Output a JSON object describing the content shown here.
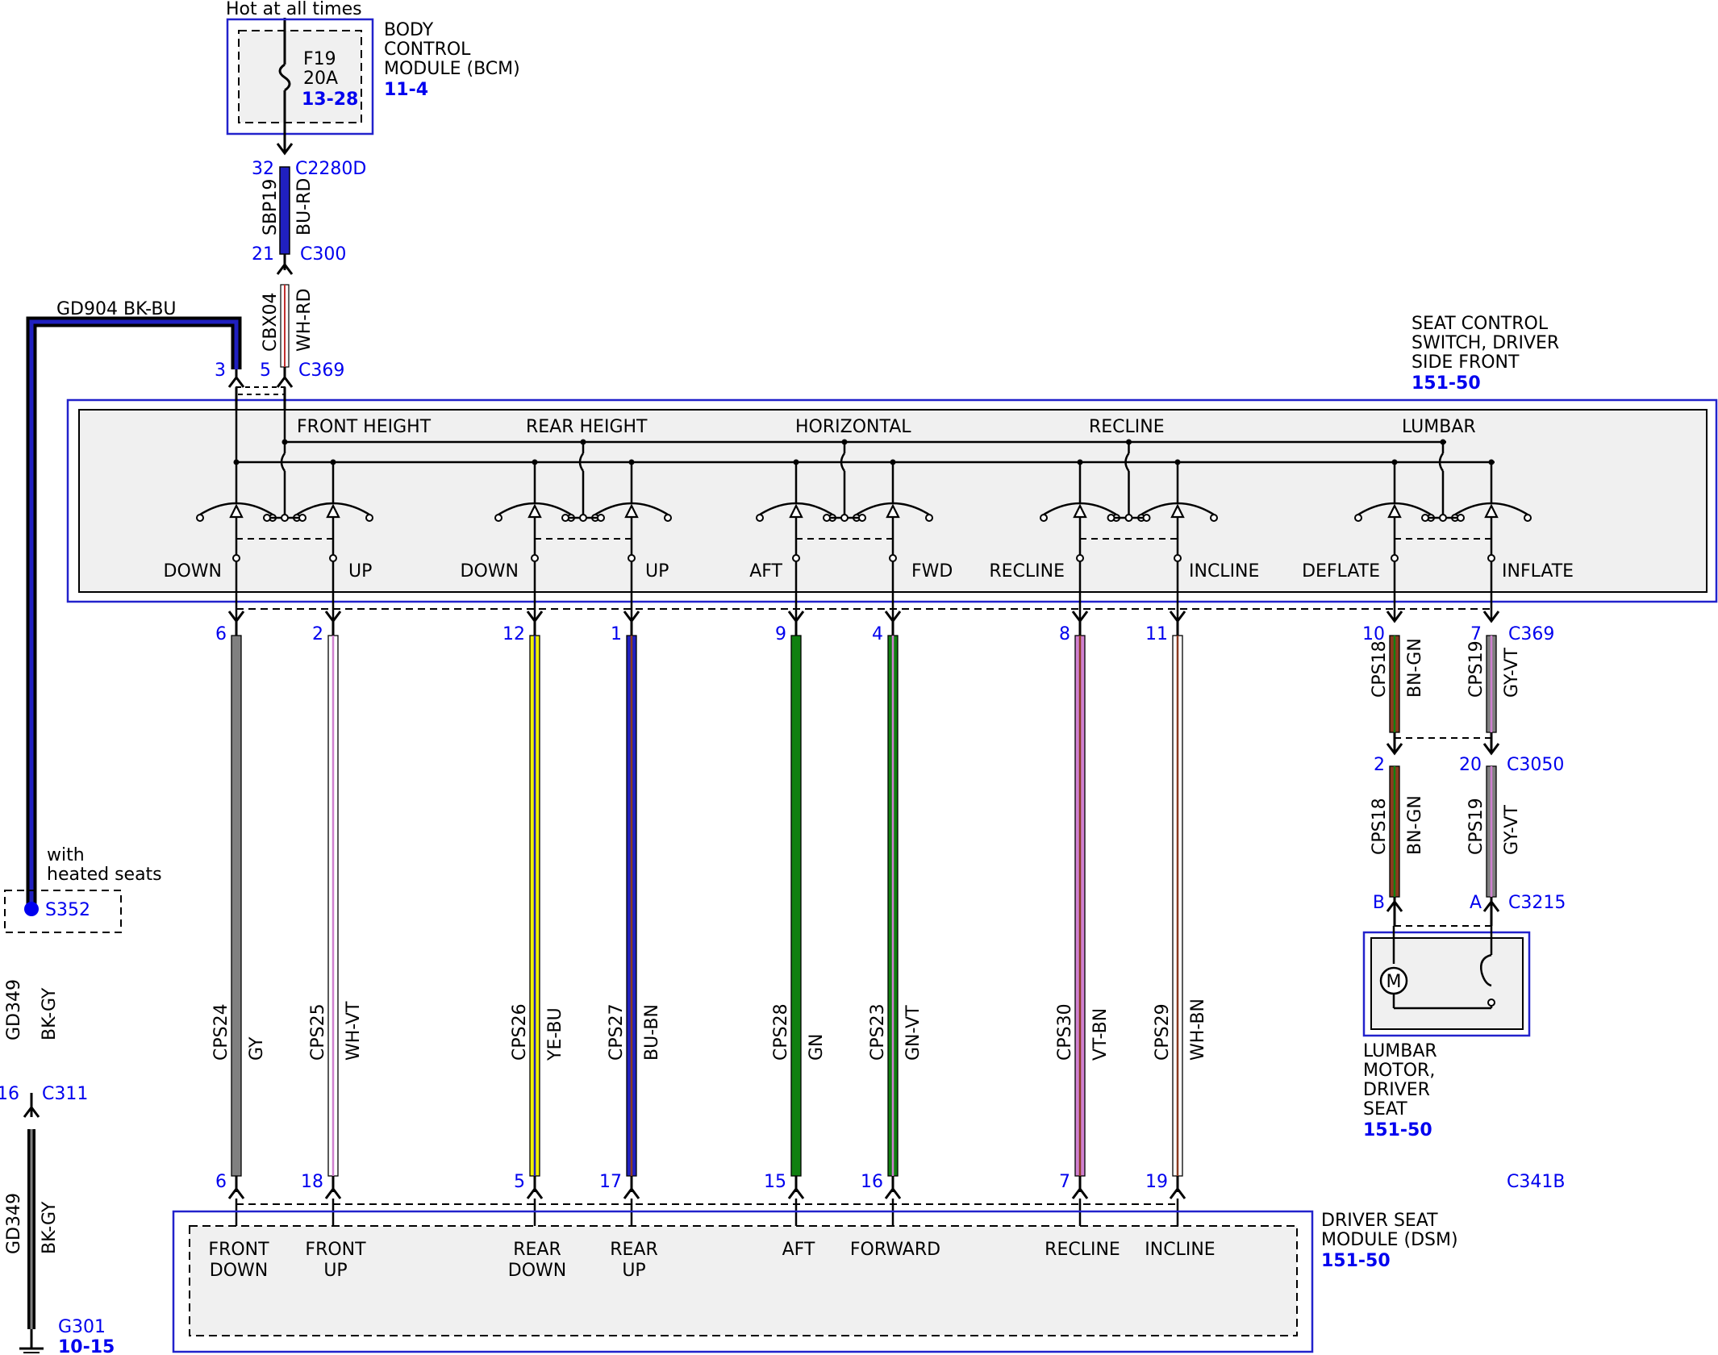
{
  "colors": {
    "module_border": "#2222cc",
    "module_fill": "#f0f0f0",
    "text_blue": "#0000ee",
    "GY": "#808080",
    "WH": "#ffffff",
    "VT": "#d080d0",
    "YE": "#f0f000",
    "BU": "#2020c0",
    "BN": "#8b3a20",
    "GN": "#108010",
    "RD": "#c03030",
    "BK": "#000000"
  },
  "fuse": {
    "hot_label": "Hot at all times",
    "name": "F19",
    "rating": "20A",
    "ref": "13-28",
    "module_lines": [
      "BODY",
      "CONTROL",
      "MODULE (BCM)"
    ],
    "module_ref": "11-4"
  },
  "feed": {
    "c2280d_pin": "32",
    "c2280d": "C2280D",
    "circuit1": "SBP19",
    "color1": "BU-RD",
    "c300_pin": "21",
    "c300": "C300",
    "circuit2": "CBX04",
    "color2": "WH-RD",
    "c369_pin": "5",
    "c369": "C369"
  },
  "ground": {
    "label": "GD904  BK-BU",
    "c369_pin": "3",
    "heated_lines": [
      "with",
      "heated seats"
    ],
    "splice": "S352",
    "circuit": "GD349",
    "color": "BK-GY",
    "c311_pin": "16",
    "c311": "C311",
    "g301": "G301",
    "g301_ref": "10-15"
  },
  "switch": {
    "name_lines": [
      "SEAT CONTROL",
      "SWITCH, DRIVER",
      "SIDE FRONT"
    ],
    "ref": "151-50",
    "groups": [
      "FRONT HEIGHT",
      "REAR HEIGHT",
      "HORIZONTAL",
      "RECLINE",
      "LUMBAR"
    ],
    "positions": [
      "DOWN",
      "UP",
      "DOWN",
      "UP",
      "AFT",
      "FWD",
      "RECLINE",
      "INCLINE",
      "DEFLATE",
      "INFLATE"
    ]
  },
  "wires": [
    {
      "top_pin": "6",
      "circuit": "CPS24",
      "color": "GY",
      "bottom_pin": "6",
      "dsm": [
        "FRONT",
        "DOWN"
      ]
    },
    {
      "top_pin": "2",
      "circuit": "CPS25",
      "color": "WH-VT",
      "bottom_pin": "18",
      "dsm": [
        "FRONT",
        "UP"
      ]
    },
    {
      "top_pin": "12",
      "circuit": "CPS26",
      "color": "YE-BU",
      "bottom_pin": "5",
      "dsm": [
        "REAR",
        "DOWN"
      ]
    },
    {
      "top_pin": "1",
      "circuit": "CPS27",
      "color": "BU-BN",
      "bottom_pin": "17",
      "dsm": [
        "REAR",
        "UP"
      ]
    },
    {
      "top_pin": "9",
      "circuit": "CPS28",
      "color": "GN",
      "bottom_pin": "15",
      "dsm": [
        "AFT"
      ]
    },
    {
      "top_pin": "4",
      "circuit": "CPS23",
      "color": "GN-VT",
      "bottom_pin": "16",
      "dsm": [
        "FORWARD"
      ]
    },
    {
      "top_pin": "8",
      "circuit": "CPS30",
      "color": "VT-BN",
      "bottom_pin": "7",
      "dsm": [
        "RECLINE"
      ]
    },
    {
      "top_pin": "11",
      "circuit": "CPS29",
      "color": "WH-BN",
      "bottom_pin": "19",
      "dsm": [
        "INCLINE"
      ]
    }
  ],
  "connectors": {
    "top": "C369",
    "bottom": "C341B"
  },
  "lumbar": {
    "wires": [
      {
        "top_pin": "10",
        "circuit": "CPS18",
        "color": "BN-GN",
        "mid_pin": "2",
        "end_pin": "B"
      },
      {
        "top_pin": "7",
        "circuit": "CPS19",
        "color": "GY-VT",
        "mid_pin": "20",
        "end_pin": "A"
      }
    ],
    "c369": "C369",
    "c3050": "C3050",
    "c3215": "C3215",
    "motor_lines": [
      "LUMBAR",
      "MOTOR,",
      "DRIVER",
      "SEAT"
    ],
    "motor_ref": "151-50",
    "motor_symbol": "M"
  },
  "dsm": {
    "name_lines": [
      "DRIVER SEAT",
      "MODULE (DSM)"
    ],
    "ref": "151-50"
  }
}
